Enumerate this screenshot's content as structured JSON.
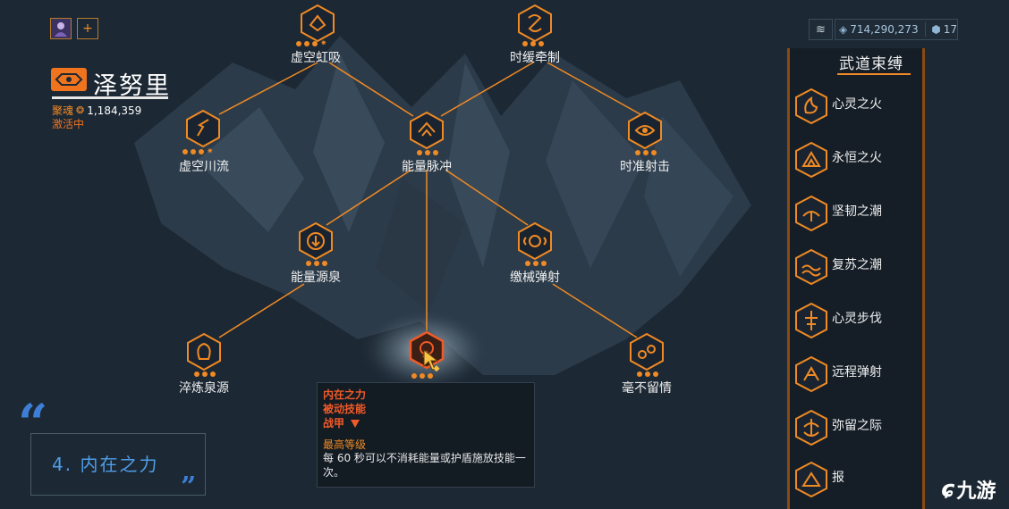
{
  "header": {
    "plus_label": "+",
    "character_name": "泽努里",
    "soul_label": "聚魂",
    "soul_amount": "1,184,359",
    "status_label": "激活中"
  },
  "currency": {
    "credits": "714,290,273",
    "secondary": "17"
  },
  "tree": {
    "nodes": [
      {
        "label": "虚空虹吸"
      },
      {
        "label": "时缓牵制"
      },
      {
        "label": "虚空川流"
      },
      {
        "label": "能量脉冲"
      },
      {
        "label": "时准射击"
      },
      {
        "label": "能量源泉"
      },
      {
        "label": "缴械弹射"
      },
      {
        "label": "淬炼泉源"
      },
      {
        "label": "毫不留情"
      }
    ]
  },
  "panel": {
    "title": "武道束缚",
    "items": [
      {
        "label": "心灵之火"
      },
      {
        "label": "永恒之火"
      },
      {
        "label": "坚韧之潮"
      },
      {
        "label": "复苏之潮"
      },
      {
        "label": "心灵步伐"
      },
      {
        "label": "远程弹射"
      },
      {
        "label": "弥留之际"
      },
      {
        "label": "报"
      }
    ]
  },
  "tooltip": {
    "name": "内在之力",
    "type": "被动技能",
    "category": "战甲",
    "level_label": "最高等级",
    "description": "每 60 秒可以不消耗能量或护盾施放技能一次。"
  },
  "caption": {
    "text": "4. 内在之力"
  },
  "watermark": {
    "text": "九游"
  },
  "colors": {
    "accent": "#f08a24",
    "tooltip_title": "#f05a28",
    "caption": "#4f9de8",
    "background": "#1c2834"
  }
}
